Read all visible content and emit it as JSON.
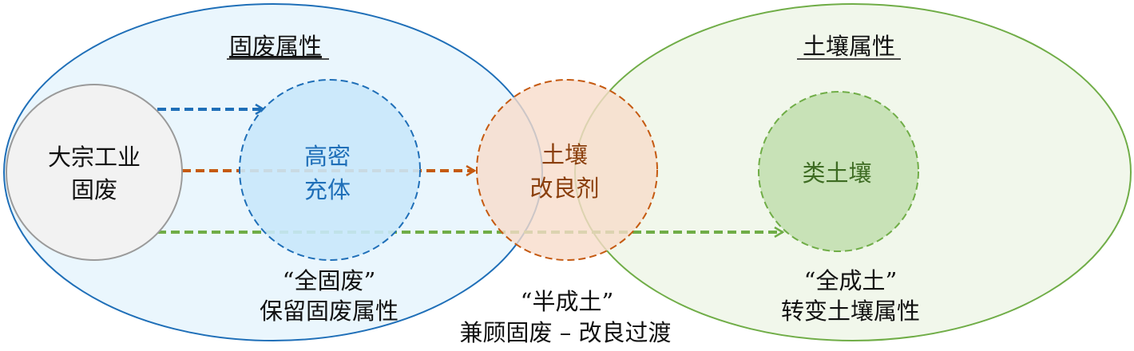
{
  "left_region": {
    "title": "固废属性",
    "caption_line1": "“全固废”",
    "caption_line2": "保留固废属性"
  },
  "right_region": {
    "title": "土壤属性",
    "caption_line1": "“全成土”",
    "caption_line2": "转变土壤属性"
  },
  "middle_caption": {
    "line1": "“半成土”",
    "line2": "兼顾固废 – 改良过渡"
  },
  "nodes": {
    "source": {
      "line1": "大宗工业",
      "line2": "固废"
    },
    "dense_fill": {
      "line1": "高密",
      "line2": "充体"
    },
    "amendment": {
      "line1": "土壤",
      "line2": "改良剂"
    },
    "soil_like": {
      "line1": "类土壤"
    }
  },
  "colors": {
    "blue": "#1f6fb8",
    "orange": "#c55a11",
    "green": "#70ad47",
    "gray": "#9a9a9a"
  }
}
